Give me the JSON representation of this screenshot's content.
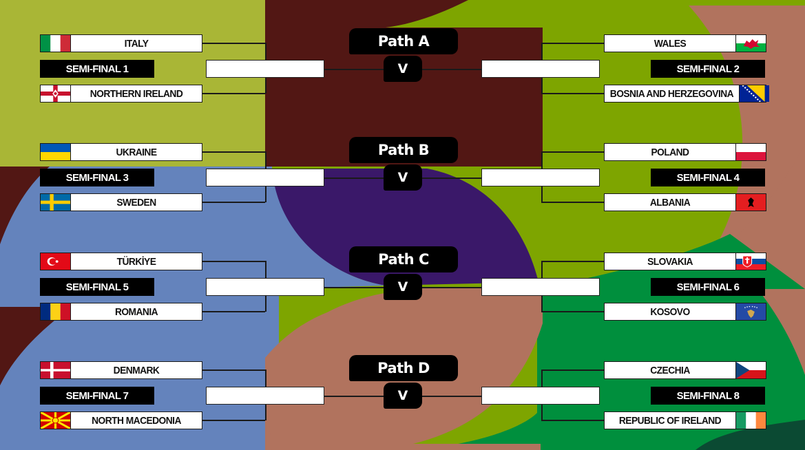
{
  "colors": {
    "olive": "#a9b636",
    "maroon": "#521714",
    "lime": "#7ea500",
    "salmon": "#b1735e",
    "blue": "#6483bc",
    "purple": "#3a1869",
    "green": "#008f3d",
    "dark_green": "#0b4a33"
  },
  "versus_label": "V",
  "paths": [
    {
      "label": "Path A",
      "left": {
        "semi_label": "SEMI-FINAL 1",
        "teams": [
          {
            "name": "ITALY",
            "flag": "italy-flag"
          },
          {
            "name": "NORTHERN IRELAND",
            "flag": "northern-ireland-flag"
          }
        ]
      },
      "right": {
        "semi_label": "SEMI-FINAL 2",
        "teams": [
          {
            "name": "WALES",
            "flag": "wales-flag"
          },
          {
            "name": "BOSNIA AND HERZEGOVINA",
            "flag": "bosnia-flag"
          }
        ]
      }
    },
    {
      "label": "Path B",
      "left": {
        "semi_label": "SEMI-FINAL 3",
        "teams": [
          {
            "name": "UKRAINE",
            "flag": "ukraine-flag"
          },
          {
            "name": "SWEDEN",
            "flag": "sweden-flag"
          }
        ]
      },
      "right": {
        "semi_label": "SEMI-FINAL 4",
        "teams": [
          {
            "name": "POLAND",
            "flag": "poland-flag"
          },
          {
            "name": "ALBANIA",
            "flag": "albania-flag"
          }
        ]
      }
    },
    {
      "label": "Path C",
      "left": {
        "semi_label": "SEMI-FINAL 5",
        "teams": [
          {
            "name": "TÜRKİYE",
            "flag": "turkiye-flag"
          },
          {
            "name": "ROMANIA",
            "flag": "romania-flag"
          }
        ]
      },
      "right": {
        "semi_label": "SEMI-FINAL 6",
        "teams": [
          {
            "name": "SLOVAKIA",
            "flag": "slovakia-flag"
          },
          {
            "name": "KOSOVO",
            "flag": "kosovo-flag"
          }
        ]
      }
    },
    {
      "label": "Path D",
      "left": {
        "semi_label": "SEMI-FINAL 7",
        "teams": [
          {
            "name": "DENMARK",
            "flag": "denmark-flag"
          },
          {
            "name": "NORTH MACEDONIA",
            "flag": "north-macedonia-flag"
          }
        ]
      },
      "right": {
        "semi_label": "SEMI-FINAL 8",
        "teams": [
          {
            "name": "CZECHIA",
            "flag": "czechia-flag"
          },
          {
            "name": "REPUBLIC OF IRELAND",
            "flag": "ireland-flag"
          }
        ]
      }
    }
  ]
}
